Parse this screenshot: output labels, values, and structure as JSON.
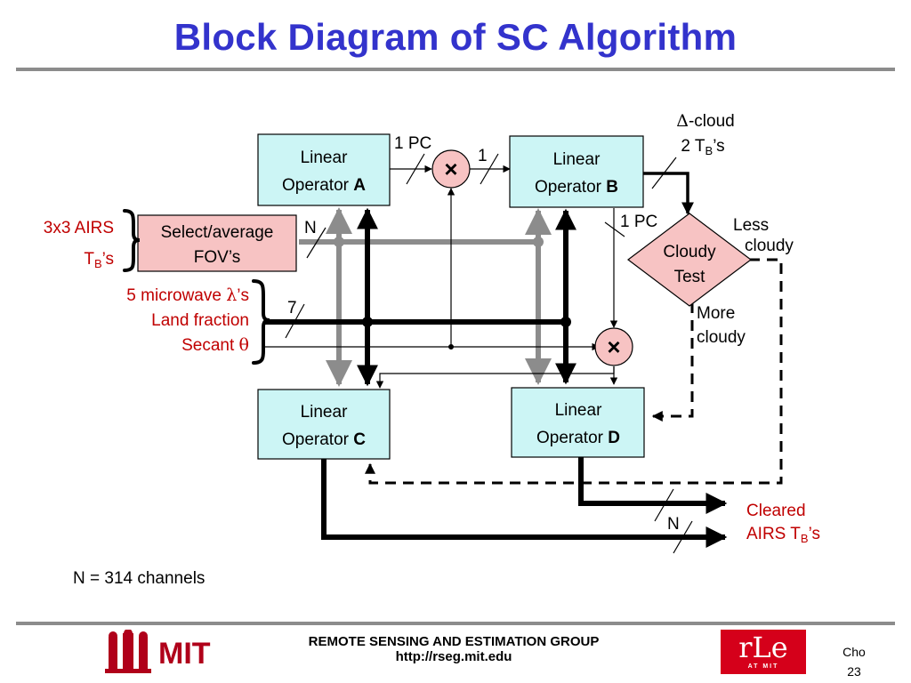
{
  "title": "Block Diagram of SC Algorithm",
  "operators": {
    "a": {
      "line1": "Linear",
      "line2": "Operator ",
      "letter": "A"
    },
    "b": {
      "line1": "Linear",
      "line2": "Operator ",
      "letter": "B"
    },
    "c": {
      "line1": "Linear",
      "line2": "Operator ",
      "letter": "C"
    },
    "d": {
      "line1": "Linear",
      "line2": "Operator ",
      "letter": "D"
    }
  },
  "select_box": {
    "line1": "Select/average",
    "line2": "FOV’s"
  },
  "cloudy_test": {
    "line1": "Cloudy",
    "line2": "Test"
  },
  "multiply_symbol": "×",
  "inputs": {
    "airs_line1": "3x3 AIRS",
    "airs_tb": "T",
    "airs_tb_sub": "B",
    "airs_tb_suffix": "’s",
    "microwave_prefix": "5 microwave ",
    "microwave_lambda": "λ",
    "microwave_suffix": "’s",
    "land_fraction": "Land fraction",
    "secant_prefix": "Secant ",
    "secant_theta": "θ"
  },
  "channel_labels": {
    "pc_a": "1 PC",
    "one": "1",
    "n_select": "N",
    "seven": "7",
    "pc_b": "1 PC",
    "n_out": "N"
  },
  "delta_cloud": {
    "line1_symbol": "Δ",
    "line1_text": "-cloud",
    "line2_prefix": "2 T",
    "line2_sub": "B",
    "line2_suffix": "’s"
  },
  "branches": {
    "less_line1": "Less",
    "less_line2": "cloudy",
    "more_line1": "More",
    "more_line2": "cloudy"
  },
  "output": {
    "line1": "Cleared",
    "line2_prefix": "AIRS T",
    "line2_sub": "B",
    "line2_suffix": "’s"
  },
  "note": "N = 314 channels",
  "footer": {
    "group": "REMOTE SENSING AND ESTIMATION GROUP",
    "url": "http://rseg.mit.edu",
    "mit": "MIT",
    "rle": "rLe",
    "rle_sub": "AT MIT",
    "author": "Cho",
    "page": "23"
  },
  "colors": {
    "title": "#3333cc",
    "operator_fill": "#ccf5f5",
    "select_fill": "#f7c3c3",
    "input_text": "#c00000",
    "gray_bus": "#8c8c8c",
    "mit_red": "#b0001a",
    "rle_red": "#d5001a"
  }
}
